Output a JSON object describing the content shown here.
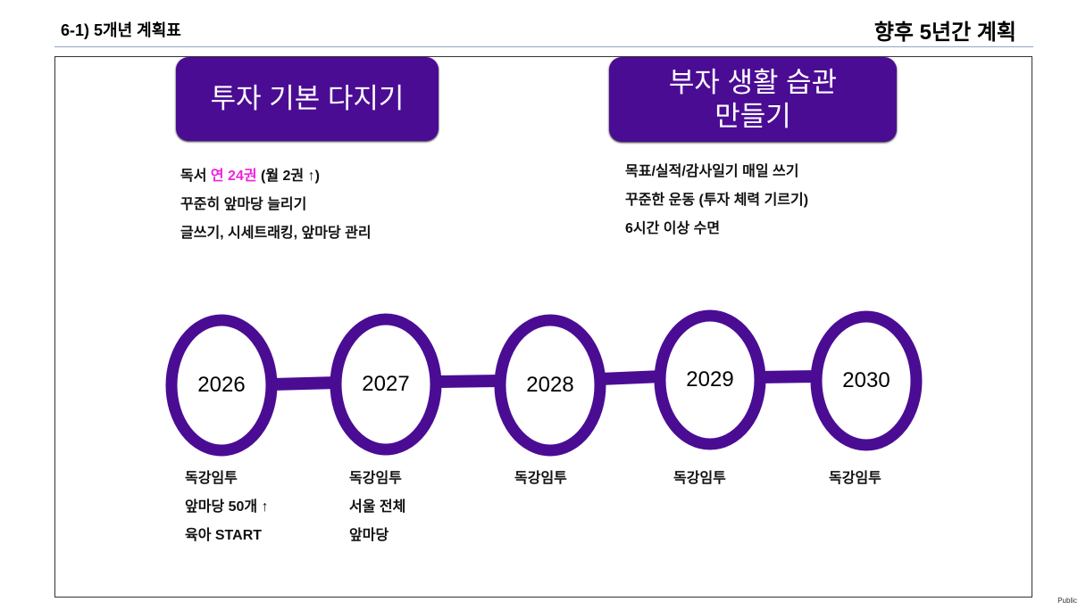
{
  "header": {
    "section_title": "6-1) 5개년 계획표",
    "page_title": "향후 5년간 계획"
  },
  "goals": [
    {
      "title": "투자 기본 다지기",
      "items": [
        {
          "parts": [
            "독서 ",
            "연 24권",
            " (월 2권 ↑)"
          ]
        },
        {
          "parts": [
            "꾸준히 앞마당 늘리기"
          ]
        },
        {
          "parts": [
            "글쓰기, 시세트래킹, 앞마당 관리"
          ]
        }
      ]
    },
    {
      "title_line1": "부자 생활 습관",
      "title_line2": "만들기",
      "items": [
        {
          "parts": [
            "목표/실적/감사일기 매일 쓰기"
          ]
        },
        {
          "parts": [
            "꾸준한 운동 (투자 체력 기르기)"
          ]
        },
        {
          "parts": [
            "6시간 이상 수면"
          ]
        }
      ]
    }
  ],
  "timeline": [
    {
      "year": "2026",
      "notes": [
        "독강임투",
        "앞마당 50개 ↑",
        "육아 START"
      ]
    },
    {
      "year": "2027",
      "notes": [
        "독강임투",
        "서울 전체",
        "앞마당"
      ]
    },
    {
      "year": "2028",
      "notes": [
        "독강임투"
      ]
    },
    {
      "year": "2029",
      "notes": [
        "독강임투"
      ]
    },
    {
      "year": "2030",
      "notes": [
        "독강임투"
      ]
    }
  ],
  "colors": {
    "accent": "#4b0c94",
    "highlight": "#ee22dd"
  },
  "footer": {
    "classification": "Public"
  }
}
